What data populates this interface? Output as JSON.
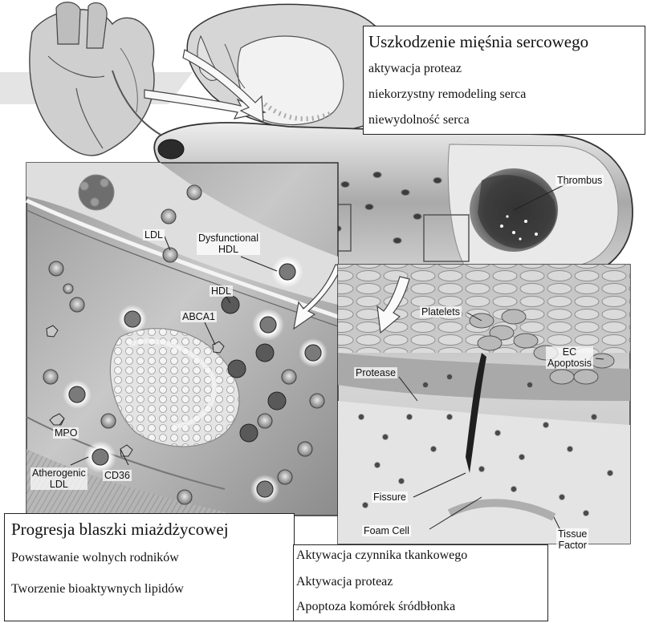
{
  "boxes": {
    "myocardium": {
      "title": "Uszkodzenie mięśnia sercowego",
      "items": [
        "aktywacja proteaz",
        "niekorzystny remodeling serca",
        "niewydolność serca"
      ]
    },
    "plaque": {
      "title": "Progresja blaszki miażdżycowej",
      "items": [
        "Powstawanie wolnych rodników",
        "Tworzenie bioaktywnych lipidów"
      ]
    },
    "factor": {
      "items": [
        "Aktywacja czynnika tkankowego",
        "Aktywacja proteaz",
        "Apoptoza komórek śródbłonka"
      ]
    }
  },
  "labels": {
    "thrombus": "Thrombus",
    "ldl": "LDL",
    "dysfunctional_hdl": [
      "Dysfunctional",
      "HDL"
    ],
    "hdl": "HDL",
    "abca1": "ABCA1",
    "mpo": "MPO",
    "atherogenic_ldl": [
      "Atherogenic",
      "LDL"
    ],
    "cd36": "CD36",
    "platelets": "Platelets",
    "protease": "Protease",
    "ec_apoptosis": [
      "EC",
      "Apoptosis"
    ],
    "fissure": "Fissure",
    "foam_cell": "Foam Cell",
    "tissue_factor": [
      "Tissue",
      "Factor"
    ]
  }
}
